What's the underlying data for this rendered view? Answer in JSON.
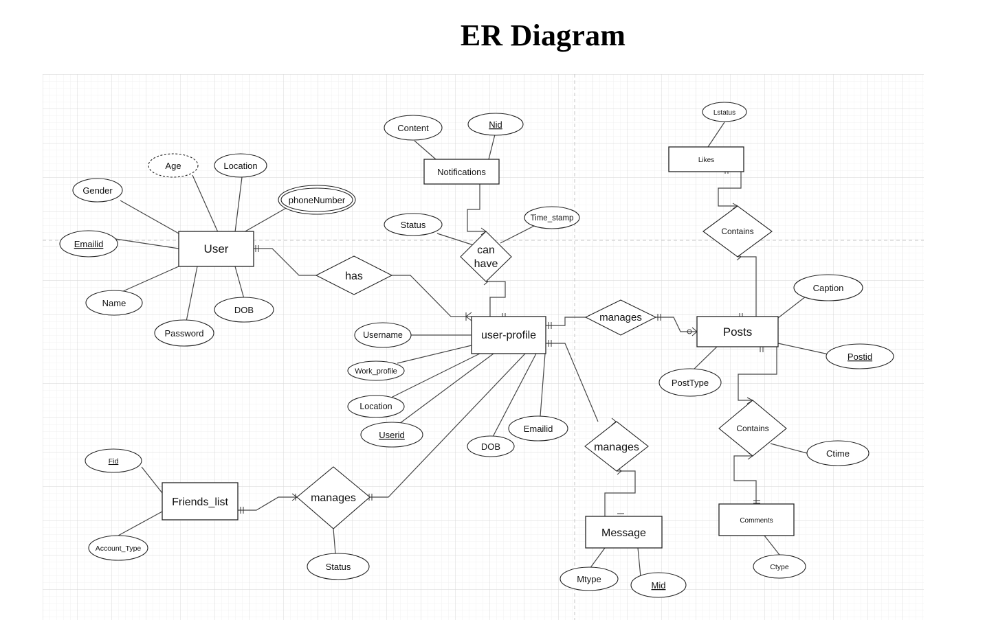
{
  "title": "ER Diagram",
  "entities": {
    "user": "User",
    "notifications": "Notifications",
    "likes": "Likes",
    "user_profile": "user-profile",
    "posts": "Posts",
    "friends_list": "Friends_list",
    "message": "Message",
    "comments": "Comments"
  },
  "relationships": {
    "has": "has",
    "can_have": [
      "can",
      "have"
    ],
    "contains_likes": "Contains",
    "manages_posts": "manages",
    "manages_message": "manages",
    "contains_comments": "Contains",
    "manages_friends": "manages"
  },
  "attributes": {
    "age": "Age",
    "location_user": "Location",
    "gender": "Gender",
    "phone_number": "phoneNumber",
    "emailid_user": "Emailid",
    "name": "Name",
    "dob_user": "DOB",
    "password": "Password",
    "content": "Content",
    "nid": "Nid",
    "status_notif": "Status",
    "time_stamp": "Time_stamp",
    "lstatus": "Lstatus",
    "caption": "Caption",
    "postid": "Postid",
    "posttype": "PostType",
    "username": "Username",
    "work_profile": "Work_profile",
    "location_profile": "Location",
    "userid": "Userid",
    "dob_profile": "DOB",
    "emailid_profile": "Emailid",
    "ctime": "Ctime",
    "ctype": "Ctype",
    "fid": "Fid",
    "account_type": "Account_Type",
    "status_friends": "Status",
    "mtype": "Mtype",
    "mid": "Mid"
  }
}
